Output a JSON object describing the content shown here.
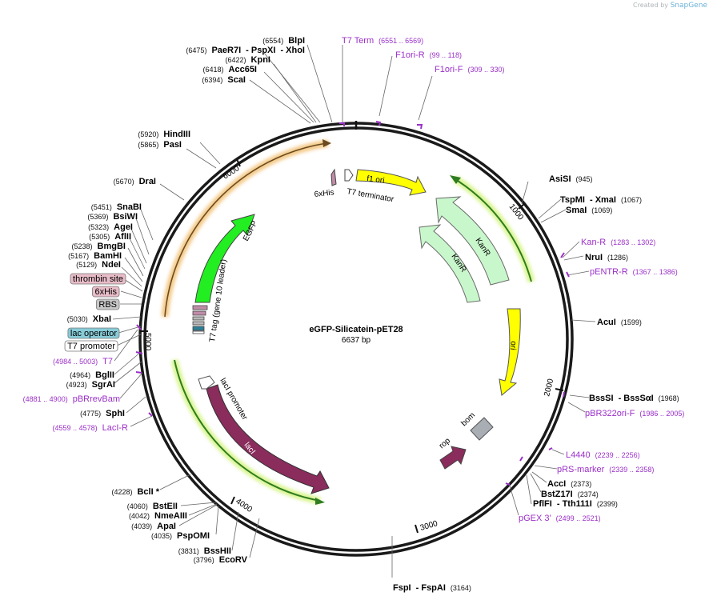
{
  "credit": {
    "prefix": "Created by",
    "brand": "SnapGene"
  },
  "plasmid": {
    "name": "eGFP-Silicatein-pET28",
    "size": "6637 bp"
  },
  "ticks": [
    {
      "label": "1000"
    },
    {
      "label": "2000"
    },
    {
      "label": "3000"
    },
    {
      "label": "4000"
    },
    {
      "label": "5000"
    },
    {
      "label": "6000"
    }
  ],
  "colors": {
    "ring": "#111111",
    "feature_label": "#9b30c8",
    "enzyme_label": "#000000",
    "leader": "#555555"
  },
  "features": [
    {
      "label": "f1 ori",
      "color": "#ffff00"
    },
    {
      "label": "KanR",
      "color": "#c9f7cc"
    },
    {
      "label": "KanR",
      "color": "#c9f7cc"
    },
    {
      "label": "ori",
      "color": "#ffff00"
    },
    {
      "label": "bom",
      "color": "#a9aeb5"
    },
    {
      "label": "rop",
      "color": "#8a2c5c"
    },
    {
      "label": "lacI",
      "color": "#8a2c5c"
    },
    {
      "label": "lacI promoter",
      "color": "#ffffff"
    },
    {
      "label": "EGFP",
      "color": "#22ee22"
    },
    {
      "label": "T7 tag (gene 10 leader)",
      "color": "#ffffff"
    },
    {
      "label": "6xHis",
      "color": "#c08ca8"
    },
    {
      "label": "T7 terminator",
      "color": "#ffffff"
    }
  ],
  "tagged_labels": [
    {
      "label": "thrombin site",
      "bg": "#e8bcc8"
    },
    {
      "label": "6xHis",
      "bg": "#e8bcc8"
    },
    {
      "label": "RBS",
      "bg": "#c8c8c8"
    },
    {
      "label": "lac operator",
      "bg": "#88ccd8"
    },
    {
      "label": "T7 promoter",
      "bg": "#ffffff"
    }
  ],
  "right_labels": [
    {
      "segs": [
        {
          "t": "AsiSI",
          "k": "e"
        },
        {
          "t": "(945)",
          "k": "p"
        }
      ]
    },
    {
      "segs": [
        {
          "t": "TspMI",
          "k": "e"
        },
        {
          "t": " - XmaI",
          "k": "e"
        },
        {
          "t": "(1067)",
          "k": "p"
        }
      ]
    },
    {
      "segs": [
        {
          "t": "SmaI",
          "k": "e"
        },
        {
          "t": "(1069)",
          "k": "p"
        }
      ]
    },
    {
      "segs": [
        {
          "t": "Kan-R",
          "k": "f"
        },
        {
          "t": "(1283 .. 1302)",
          "k": "fp"
        }
      ]
    },
    {
      "segs": [
        {
          "t": "NruI",
          "k": "e"
        },
        {
          "t": "(1286)",
          "k": "p"
        }
      ]
    },
    {
      "segs": [
        {
          "t": "pENTR-R",
          "k": "f"
        },
        {
          "t": "(1367 .. 1386)",
          "k": "fp"
        }
      ]
    },
    {
      "segs": [
        {
          "t": "AcuI",
          "k": "e"
        },
        {
          "t": "(1599)",
          "k": "p"
        }
      ]
    },
    {
      "segs": [
        {
          "t": "BssSI",
          "k": "e"
        },
        {
          "t": " - BssSαI",
          "k": "e"
        },
        {
          "t": "(1968)",
          "k": "p"
        }
      ]
    },
    {
      "segs": [
        {
          "t": "pBR322ori-F",
          "k": "f"
        },
        {
          "t": "(1986 .. 2005)",
          "k": "fp"
        }
      ]
    },
    {
      "segs": [
        {
          "t": "L4440",
          "k": "f"
        },
        {
          "t": "(2239 .. 2256)",
          "k": "fp"
        }
      ]
    },
    {
      "segs": [
        {
          "t": "pRS-marker",
          "k": "f"
        },
        {
          "t": "(2339 .. 2358)",
          "k": "fp"
        }
      ]
    },
    {
      "segs": [
        {
          "t": "AccI",
          "k": "e"
        },
        {
          "t": "(2373)",
          "k": "p"
        }
      ]
    },
    {
      "segs": [
        {
          "t": "BstZ17I",
          "k": "e"
        },
        {
          "t": "(2374)",
          "k": "p"
        }
      ]
    },
    {
      "segs": [
        {
          "t": "PflFI",
          "k": "e"
        },
        {
          "t": " - Tth111I",
          "k": "e"
        },
        {
          "t": "(2399)",
          "k": "p"
        }
      ]
    },
    {
      "segs": [
        {
          "t": "pGEX 3'",
          "k": "f"
        },
        {
          "t": "(2499 .. 2521)",
          "k": "fp"
        }
      ]
    },
    {
      "segs": [
        {
          "t": "FspI",
          "k": "e"
        },
        {
          "t": " - FspAI",
          "k": "e"
        },
        {
          "t": "(3164)",
          "k": "p"
        }
      ]
    }
  ],
  "left_labels": [
    {
      "segs": [
        {
          "t": "(6475)",
          "k": "p"
        },
        {
          "t": "PaeR7I",
          "k": "e"
        },
        {
          "t": " - PspXI",
          "k": "e"
        },
        {
          "t": " - XhoI",
          "k": "e"
        }
      ]
    },
    {
      "segs": [
        {
          "t": "(6554)",
          "k": "p"
        },
        {
          "t": "BlpI",
          "k": "e"
        }
      ]
    },
    {
      "segs": [
        {
          "t": "(6422)",
          "k": "p"
        },
        {
          "t": "KpnI",
          "k": "e"
        }
      ]
    },
    {
      "segs": [
        {
          "t": "(6418)",
          "k": "p"
        },
        {
          "t": "Acc65I",
          "k": "e"
        }
      ]
    },
    {
      "segs": [
        {
          "t": "(6394)",
          "k": "p"
        },
        {
          "t": "ScaI",
          "k": "e"
        }
      ]
    },
    {
      "segs": [
        {
          "t": "(5920)",
          "k": "p"
        },
        {
          "t": "HindIII",
          "k": "e"
        }
      ]
    },
    {
      "segs": [
        {
          "t": "(5865)",
          "k": "p"
        },
        {
          "t": "PasI",
          "k": "e"
        }
      ]
    },
    {
      "segs": [
        {
          "t": "(5670)",
          "k": "p"
        },
        {
          "t": "DraI",
          "k": "e"
        }
      ]
    },
    {
      "segs": [
        {
          "t": "(5451)",
          "k": "p"
        },
        {
          "t": "SnaBI",
          "k": "e"
        }
      ]
    },
    {
      "segs": [
        {
          "t": "(5369)",
          "k": "p"
        },
        {
          "t": "BsiWI",
          "k": "e"
        }
      ]
    },
    {
      "segs": [
        {
          "t": "(5323)",
          "k": "p"
        },
        {
          "t": "AgeI",
          "k": "e"
        }
      ]
    },
    {
      "segs": [
        {
          "t": "(5305)",
          "k": "p"
        },
        {
          "t": "AflII",
          "k": "e"
        }
      ]
    },
    {
      "segs": [
        {
          "t": "(5238)",
          "k": "p"
        },
        {
          "t": "BmgBI",
          "k": "e"
        }
      ]
    },
    {
      "segs": [
        {
          "t": "(5167)",
          "k": "p"
        },
        {
          "t": "BamHI",
          "k": "e"
        }
      ]
    },
    {
      "segs": [
        {
          "t": "(5129)",
          "k": "p"
        },
        {
          "t": "NdeI",
          "k": "e"
        }
      ]
    },
    {
      "segs": [
        {
          "t": "(5030)",
          "k": "p"
        },
        {
          "t": "XbaI",
          "k": "e"
        }
      ]
    },
    {
      "segs": [
        {
          "t": "(4984 .. 5003)",
          "k": "fp"
        },
        {
          "t": "T7",
          "k": "f"
        }
      ]
    },
    {
      "segs": [
        {
          "t": "(4964)",
          "k": "p"
        },
        {
          "t": "BglII",
          "k": "e"
        }
      ]
    },
    {
      "segs": [
        {
          "t": "(4923)",
          "k": "p"
        },
        {
          "t": "SgrAI",
          "k": "e"
        }
      ]
    },
    {
      "segs": [
        {
          "t": "(4881 .. 4900)",
          "k": "fp"
        },
        {
          "t": "pBRrevBam",
          "k": "f"
        }
      ]
    },
    {
      "segs": [
        {
          "t": "(4775)",
          "k": "p"
        },
        {
          "t": "SphI",
          "k": "e"
        }
      ]
    },
    {
      "segs": [
        {
          "t": "(4559 .. 4578)",
          "k": "fp"
        },
        {
          "t": "LacI-R",
          "k": "f"
        }
      ]
    },
    {
      "segs": [
        {
          "t": "(4228)",
          "k": "p"
        },
        {
          "t": "BclI *",
          "k": "e"
        }
      ]
    },
    {
      "segs": [
        {
          "t": "(4060)",
          "k": "p"
        },
        {
          "t": "BstEII",
          "k": "e"
        }
      ]
    },
    {
      "segs": [
        {
          "t": "(4042)",
          "k": "p"
        },
        {
          "t": "NmeAIII",
          "k": "e"
        }
      ]
    },
    {
      "segs": [
        {
          "t": "(4039)",
          "k": "p"
        },
        {
          "t": "ApaI",
          "k": "e"
        }
      ]
    },
    {
      "segs": [
        {
          "t": "(4035)",
          "k": "p"
        },
        {
          "t": "PspOMI",
          "k": "e"
        }
      ]
    },
    {
      "segs": [
        {
          "t": "(3831)",
          "k": "p"
        },
        {
          "t": "BssHII",
          "k": "e"
        }
      ]
    },
    {
      "segs": [
        {
          "t": "(3796)",
          "k": "p"
        },
        {
          "t": "EcoRV",
          "k": "e"
        }
      ]
    }
  ],
  "top_labels": [
    {
      "segs": [
        {
          "t": "T7 Term",
          "k": "f"
        },
        {
          "t": "(6551 .. 6569)",
          "k": "fp"
        }
      ]
    },
    {
      "segs": [
        {
          "t": "F1ori-R",
          "k": "f"
        },
        {
          "t": "(99 .. 118)",
          "k": "fp"
        }
      ]
    },
    {
      "segs": [
        {
          "t": "F1ori-F",
          "k": "f"
        },
        {
          "t": "(309 .. 330)",
          "k": "fp"
        }
      ]
    }
  ]
}
